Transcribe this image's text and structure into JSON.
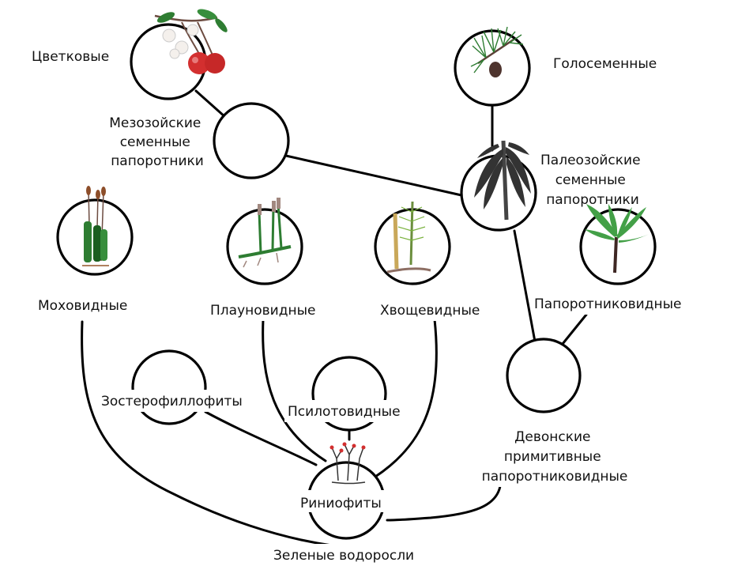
{
  "diagram": {
    "labels": {
      "flowering": "Цветковые",
      "gymnosperms": "Голосеменные",
      "mesozoic_seed_ferns": [
        "Мезозойские",
        "семенные",
        "папоротники"
      ],
      "paleozoic_seed_ferns": [
        "Палеозойские",
        "семенные",
        "папоротники"
      ],
      "mosses": "Моховидные",
      "lycopods": "Плауновидные",
      "horsetails": "Хвощевидные",
      "ferns": "Папоротниковидные",
      "zosterophyllophytes": "Зостерофиллофиты",
      "psilotophytes": "Псилотовидные",
      "devonian_ferns": [
        "Девонские",
        "примитивные",
        "папоротниковидные"
      ],
      "rhyniophytes": "Риниофиты",
      "green_algae": "Зеленые водоросли"
    },
    "colors": {
      "line": "#000000",
      "leaf": "#2e7d32",
      "leaf_light": "#66bb6a",
      "cherry": "#d32f2f",
      "blossom": "#f4f0ec",
      "stem": "#8d6e63",
      "bark": "#444444"
    },
    "icons": {
      "flowering": "cherry-branch-icon",
      "gymnosperms": "pine-branch-icon",
      "paleozoic_seed_ferns": "seed-fern-tree-icon",
      "mosses": "moss-plant-icon",
      "lycopods": "club-moss-icon",
      "horsetails": "horsetail-icon",
      "ferns": "fern-plant-icon",
      "rhyniophytes": "rhynia-plant-icon"
    }
  }
}
